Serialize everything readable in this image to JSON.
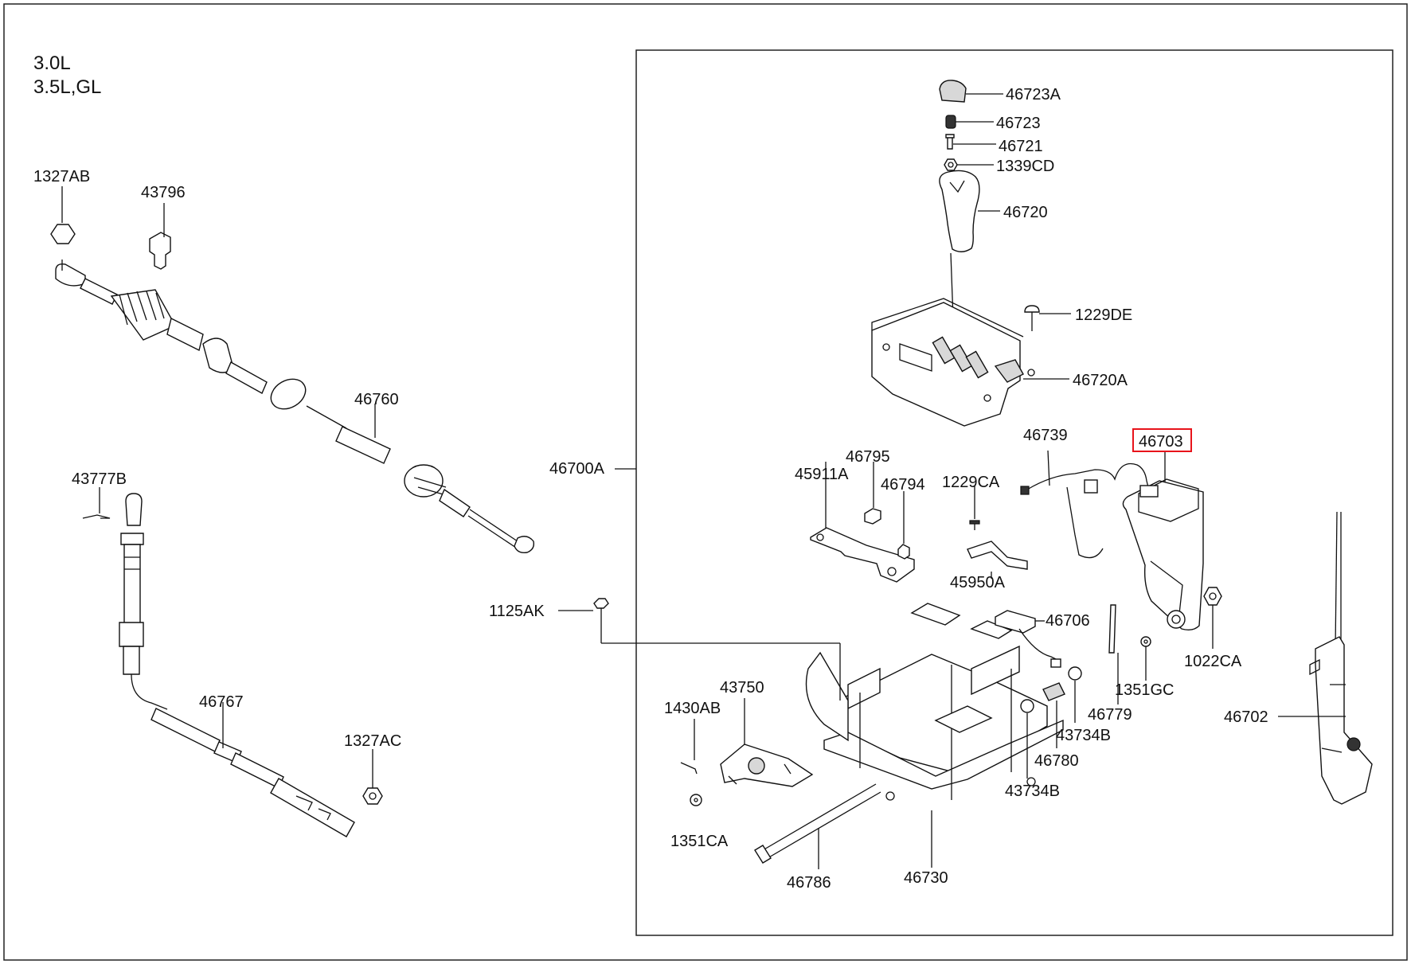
{
  "variants": [
    "3.0L",
    "3.5L,GL"
  ],
  "highlight_color": "#e8141b",
  "parts": {
    "p46723A": "46723A",
    "p46723": "46723",
    "p46721": "46721",
    "p1339CD": "1339CD",
    "p46720": "46720",
    "p1229DE": "1229DE",
    "p46720A": "46720A",
    "p46739": "46739",
    "p46703": "46703",
    "p46795": "46795",
    "p45911A": "45911A",
    "p46794": "46794",
    "p1229CA": "1229CA",
    "p45950A": "45950A",
    "p46700A": "46700A",
    "p1125AK": "1125AK",
    "p46706": "46706",
    "p1022CA": "1022CA",
    "p1351GC": "1351GC",
    "p46702": "46702",
    "p46779": "46779",
    "p43734B_a": "43734B",
    "p43734B_b": "43734B",
    "p46780": "46780",
    "p43750": "43750",
    "p1430AB": "1430AB",
    "p1351CA": "1351CA",
    "p46786": "46786",
    "p46730": "46730",
    "p1327AB": "1327AB",
    "p43796": "43796",
    "p46760": "46760",
    "p43777B": "43777B",
    "p46767": "46767",
    "p1327AC": "1327AC"
  }
}
